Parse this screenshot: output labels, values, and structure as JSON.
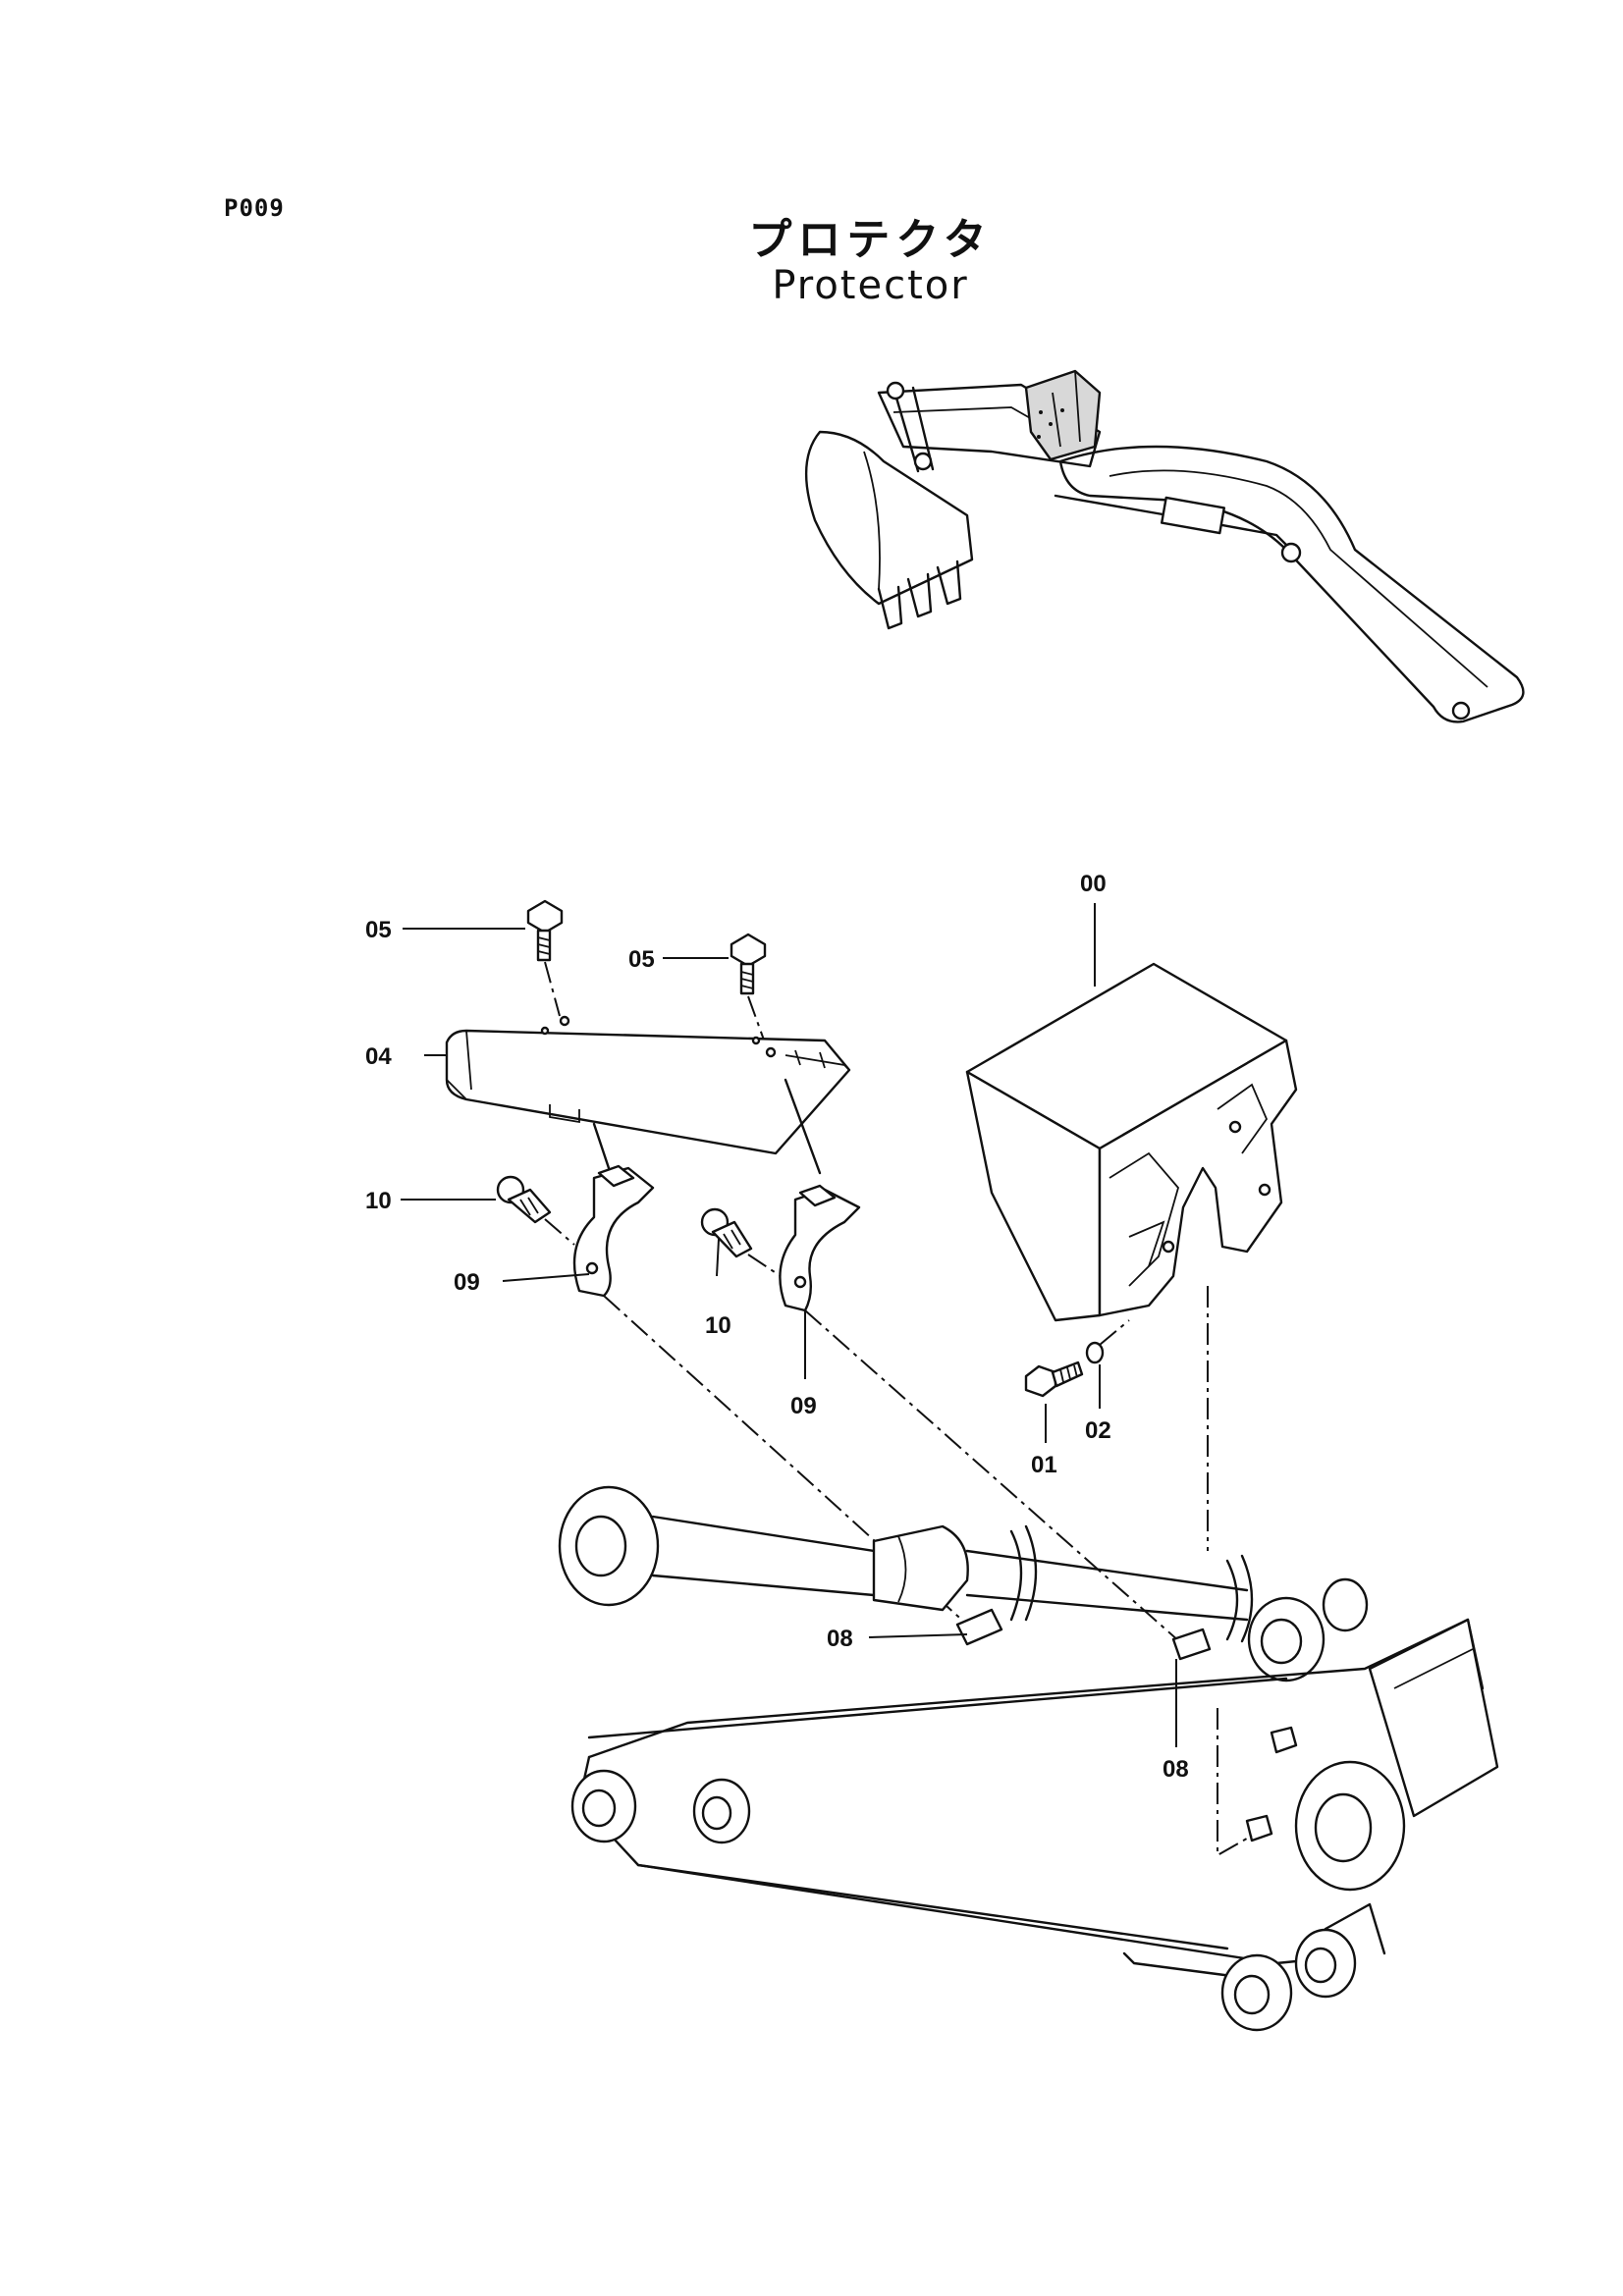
{
  "header": {
    "page_id": "P009",
    "title_jp": "プロテクタ",
    "title_en": "Protector"
  },
  "callouts": [
    {
      "id": "c00",
      "label": "00"
    },
    {
      "id": "c05a",
      "label": "05"
    },
    {
      "id": "c05b",
      "label": "05"
    },
    {
      "id": "c04",
      "label": "04"
    },
    {
      "id": "c10a",
      "label": "10"
    },
    {
      "id": "c09a",
      "label": "09"
    },
    {
      "id": "c10b",
      "label": "10"
    },
    {
      "id": "c09b",
      "label": "09"
    },
    {
      "id": "c01",
      "label": "01"
    },
    {
      "id": "c02",
      "label": "02"
    },
    {
      "id": "c08a",
      "label": "08"
    },
    {
      "id": "c08b",
      "label": "08"
    }
  ]
}
